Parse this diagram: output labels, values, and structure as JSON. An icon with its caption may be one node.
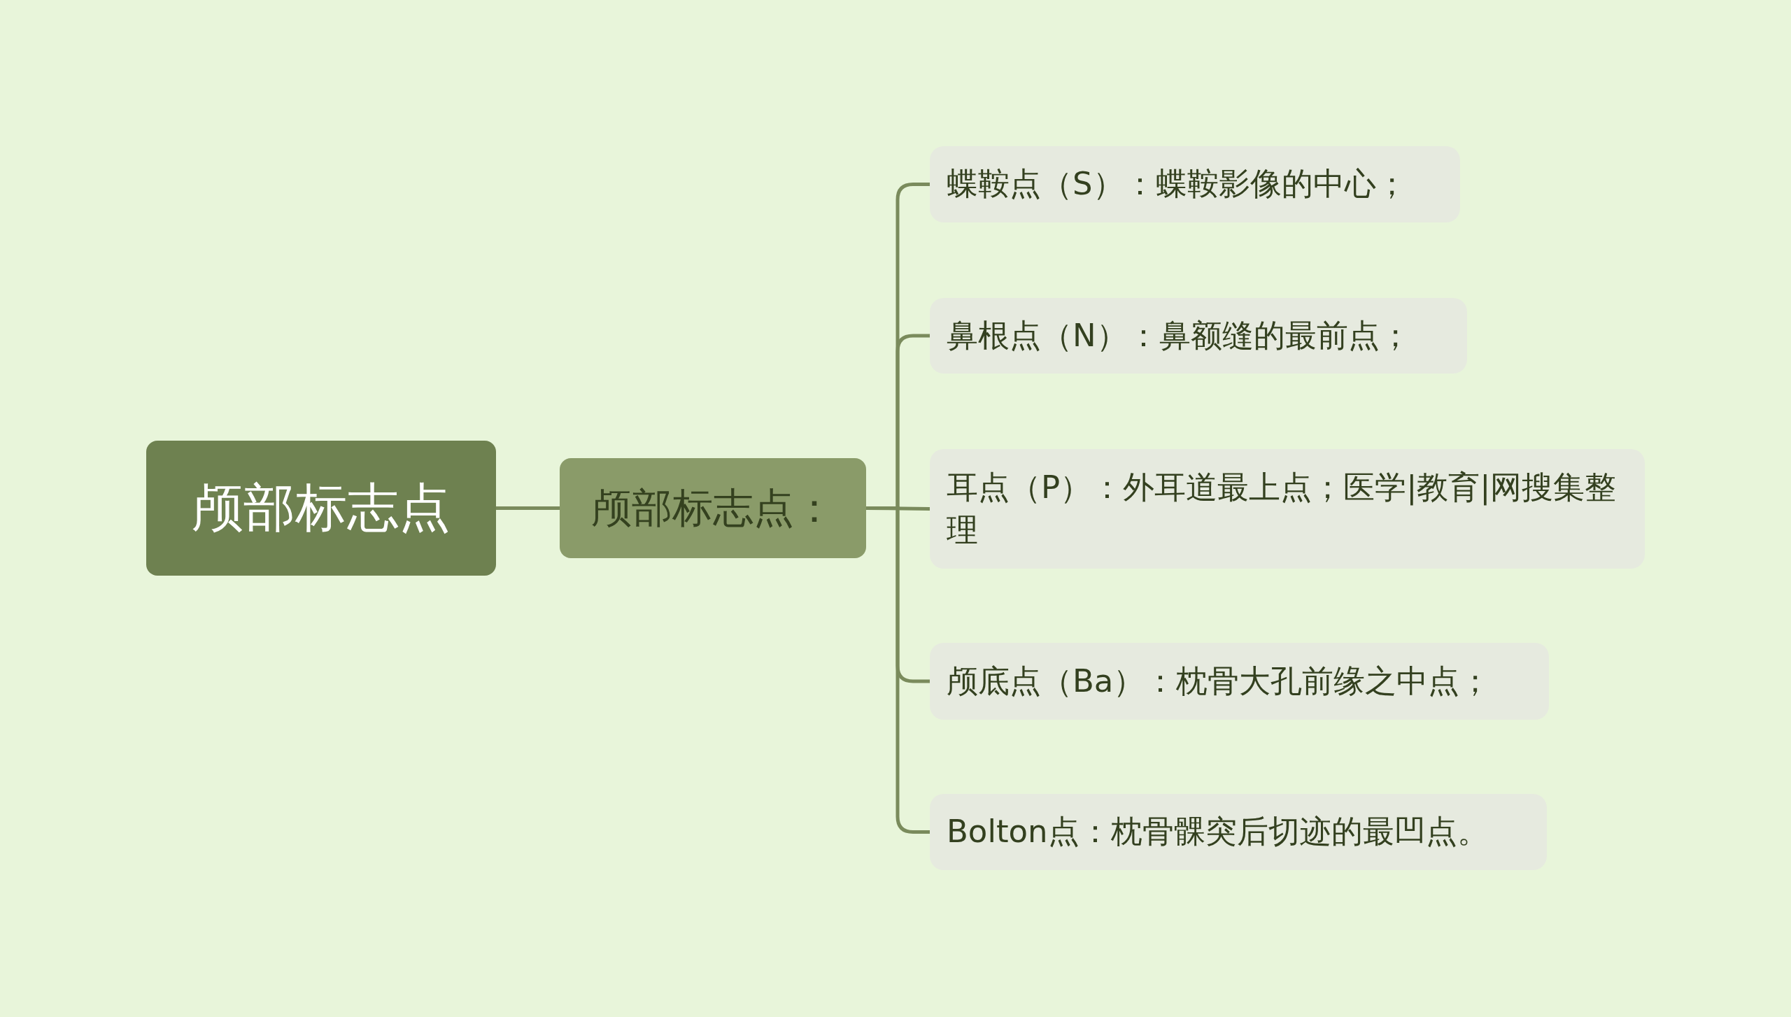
{
  "diagram": {
    "nodes": [
      {
        "text": [
          "颅部标志点"
        ]
      },
      {
        "text": [
          "颅部标志点："
        ]
      },
      {
        "text": [
          "蝶鞍点（S）：蝶鞍影像的中心；"
        ]
      },
      {
        "text": [
          "鼻根点（N）：鼻额缝的最前点；"
        ]
      },
      {
        "text": [
          "耳点（P）：外耳道最上点；医学|教育|网搜集整理"
        ]
      },
      {
        "text": [
          "颅底点（Ba）：枕骨大孔前缘之中点；"
        ]
      },
      {
        "text": [
          "Bolton点：枕骨髁突后切迹的最凹点。"
        ]
      }
    ],
    "edges": [
      {
        "from": 0,
        "to": 1,
        "arrow": "none"
      },
      {
        "from": 1,
        "to": 2,
        "arrow": "none"
      },
      {
        "from": 1,
        "to": 3,
        "arrow": "none"
      },
      {
        "from": 1,
        "to": 4,
        "arrow": "none"
      },
      {
        "from": 1,
        "to": 5,
        "arrow": "none"
      },
      {
        "from": 1,
        "to": 6,
        "arrow": "none"
      }
    ]
  }
}
